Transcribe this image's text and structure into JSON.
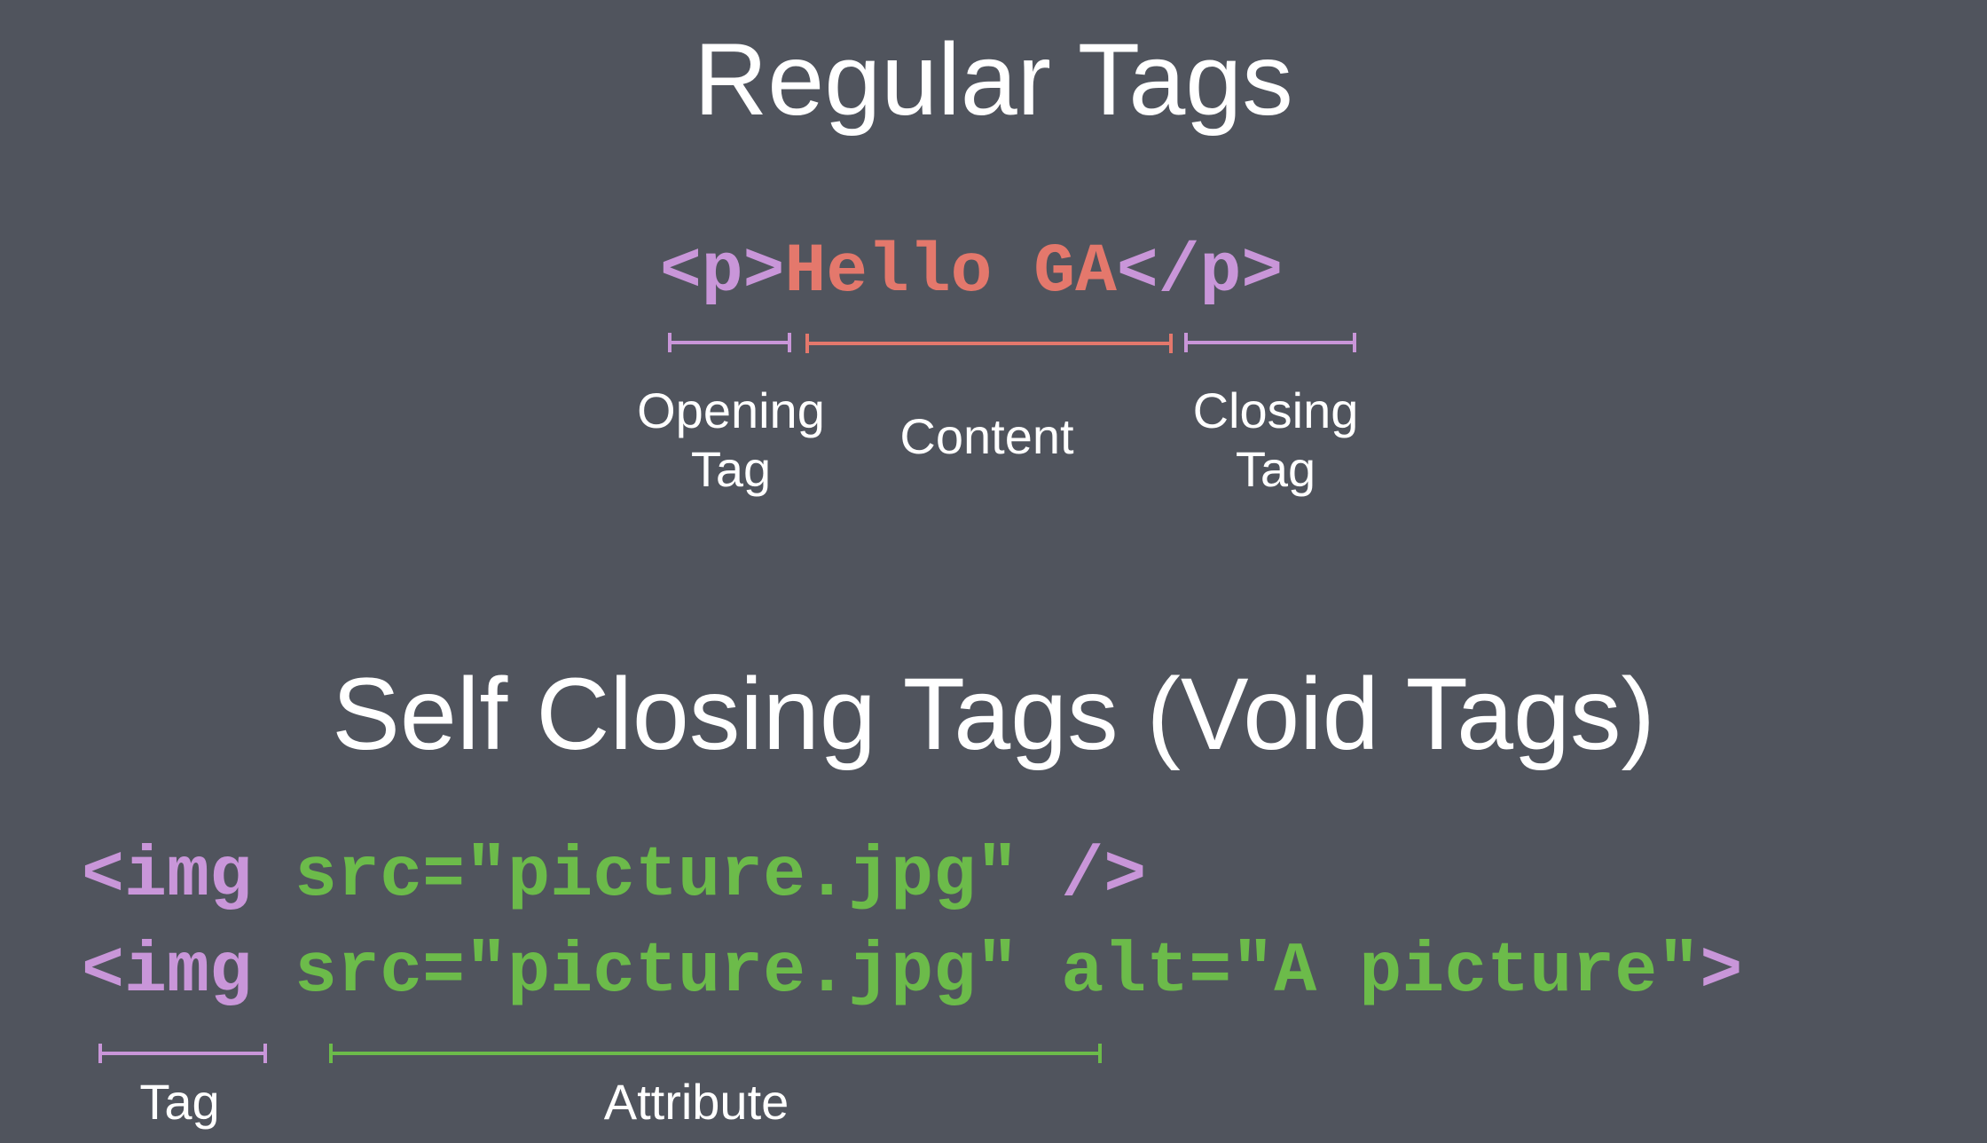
{
  "regular": {
    "title": "Regular Tags",
    "code": {
      "opening_tag": "<p>",
      "content": "Hello GA",
      "closing_tag": "</p>"
    },
    "labels": {
      "opening": "Opening\nTag",
      "content": "Content",
      "closing": "Closing\nTag"
    }
  },
  "self_closing": {
    "title": "Self Closing Tags (Void Tags)",
    "line1": {
      "tag": "<img",
      "attribute": "src=\"picture.jpg\"",
      "close": "/>"
    },
    "line2": {
      "tag": "<img",
      "attribute": "src=\"picture.jpg\"",
      "attribute2": "alt=\"A picture\"",
      "close": ">"
    },
    "labels": {
      "tag": "Tag",
      "attribute": "Attribute"
    }
  },
  "colors": {
    "background": "#50545d",
    "tag": "#c996d9",
    "content": "#e4786c",
    "attribute": "#6cbb4a",
    "text": "#ffffff"
  }
}
